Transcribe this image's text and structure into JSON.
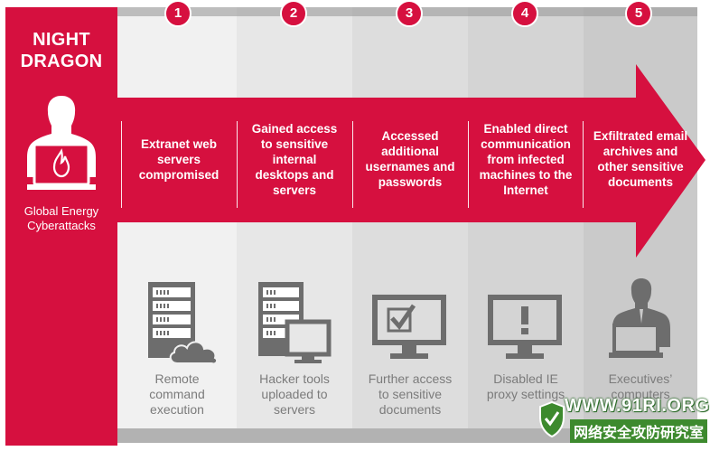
{
  "panel": {
    "title_line1": "NIGHT",
    "title_line2": "DRAGON",
    "caption_line1": "Global Energy",
    "caption_line2": "Cyberattacks"
  },
  "steps": [
    {
      "number": "1",
      "text": [
        "Extranet web",
        "servers",
        "compromised"
      ],
      "bottom": [
        "Remote",
        "command",
        "execution"
      ],
      "icon": "server-cloud-icon"
    },
    {
      "number": "2",
      "text": [
        "Gained access",
        "to sensitive",
        "internal",
        "desktops and",
        "servers"
      ],
      "bottom": [
        "Hacker tools",
        "uploaded to",
        "servers"
      ],
      "icon": "server-monitor-icon"
    },
    {
      "number": "3",
      "text": [
        "Accessed",
        "additional",
        "usernames and",
        "passwords"
      ],
      "bottom": [
        "Further access",
        "to sensitive",
        "documents"
      ],
      "icon": "monitor-checkmark-icon"
    },
    {
      "number": "4",
      "text": [
        "Enabled direct",
        "communication",
        "from infected",
        "machines to the",
        "Internet"
      ],
      "bottom": [
        "Disabled IE",
        "proxy settings"
      ],
      "icon": "monitor-alert-icon"
    },
    {
      "number": "5",
      "text": [
        "Exfiltrated email",
        "archives and",
        "other sensitive",
        "documents"
      ],
      "bottom": [
        "Executives’",
        "computers"
      ],
      "icon": "executive-laptop-icon"
    }
  ],
  "watermark": {
    "url": "WWW.91RI.ORG",
    "name": "网络安全攻防研究室"
  },
  "colors": {
    "brand_red": "#d6103f",
    "column_shades": [
      "#f0f0f0",
      "#e6e6e6",
      "#dcdcdc",
      "#d3d3d3",
      "#c9c9c9"
    ],
    "band_shades": [
      "#bdbdbd",
      "#b8b8b8",
      "#b4b4b4",
      "#b0b0b0",
      "#acacac"
    ]
  }
}
